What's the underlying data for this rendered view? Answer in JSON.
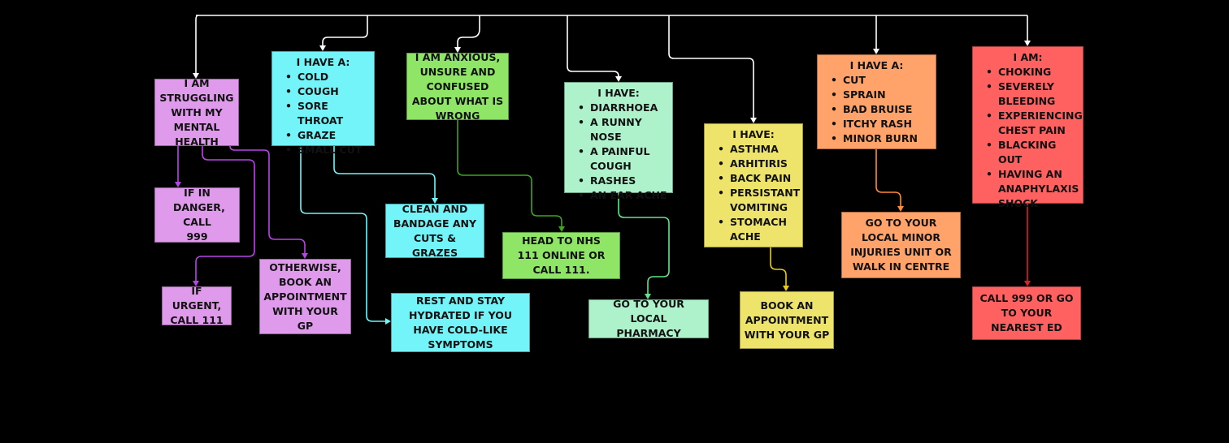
{
  "boxes": {
    "mental_health": {
      "text": "I AM STRUGGLING WITH MY MENTAL HEALTH",
      "color": "#df9aec"
    },
    "if_in_danger": {
      "text": "IF IN DANGER, CALL 999",
      "color": "#df9aec"
    },
    "if_urgent": {
      "text": "IF URGENT, CALL 111",
      "color": "#df9aec"
    },
    "otherwise_gp": {
      "text": "OTHERWISE, BOOK AN APPOINTMENT WITH YOUR GP",
      "color": "#df9aec"
    },
    "cold_group": {
      "title": "I HAVE A:",
      "items": [
        "COLD",
        "COUGH",
        "SORE THROAT",
        "GRAZE",
        "SMALL CUT"
      ],
      "color": "#72f4f9"
    },
    "clean_bandage": {
      "text": "CLEAN AND BANDAGE ANY CUTS & GRAZES",
      "color": "#72f4f9"
    },
    "rest_hydrated": {
      "text": "REST AND STAY HYDRATED IF YOU HAVE COLD-LIKE SYMPTOMS",
      "color": "#72f4f9"
    },
    "anxious": {
      "text": "I AM ANXIOUS, UNSURE AND CONFUSED ABOUT WHAT IS WRONG",
      "color": "#8ee566"
    },
    "nhs111": {
      "text": "HEAD TO NHS 111 ONLINE OR CALL 111.",
      "color": "#8ee566"
    },
    "diarrhoea_group": {
      "title": "I HAVE:",
      "items": [
        "DIARRHOEA",
        "A RUNNY NOSE",
        "A PAINFUL COUGH",
        "RASHES",
        "AN EAR ACHE"
      ],
      "color": "#aef2cc"
    },
    "pharmacy": {
      "text": "GO TO YOUR LOCAL PHARMACY",
      "color": "#aef2cc"
    },
    "asthma_group": {
      "title": "I HAVE:",
      "items": [
        "ASTHMA",
        "ARHITIRIS",
        "BACK PAIN",
        "PERSISTANT VOMITING",
        "STOMACH ACHE"
      ],
      "color": "#efe46b"
    },
    "book_gp": {
      "text": "BOOK AN APPOINTMENT WITH YOUR GP",
      "color": "#efe46b"
    },
    "cut_group": {
      "title": "I HAVE A:",
      "items": [
        "CUT",
        "SPRAIN",
        "BAD BRUISE",
        "ITCHY RASH",
        "MINOR BURN"
      ],
      "color": "#ffa36b"
    },
    "minor_injuries": {
      "text": "GO TO YOUR LOCAL MINOR INJURIES UNIT OR WALK IN CENTRE",
      "color": "#ffa36b"
    },
    "emergency_group": {
      "title": "I AM:",
      "items": [
        "CHOKING",
        "SEVERELY BLEEDING",
        "EXPERIENCING CHEST PAIN",
        "BLACKING OUT",
        "HAVING AN ANAPHYLAXIS SHOCK"
      ],
      "color": "#ff6161"
    },
    "call999": {
      "text": "CALL 999 OR GO TO YOUR NEAREST ED",
      "color": "#ff6161"
    }
  },
  "colors": {
    "background": "#000000",
    "root_connector": "#ffffff",
    "pink_connector": "#b844e6",
    "cyan_connector": "#72f4f9",
    "green_connector": "#3fa41e",
    "mint_connector": "#62e48a",
    "yellow_connector": "#e8cc1a",
    "orange_connector": "#ff8a3b",
    "red_connector": "#e21f1f"
  }
}
